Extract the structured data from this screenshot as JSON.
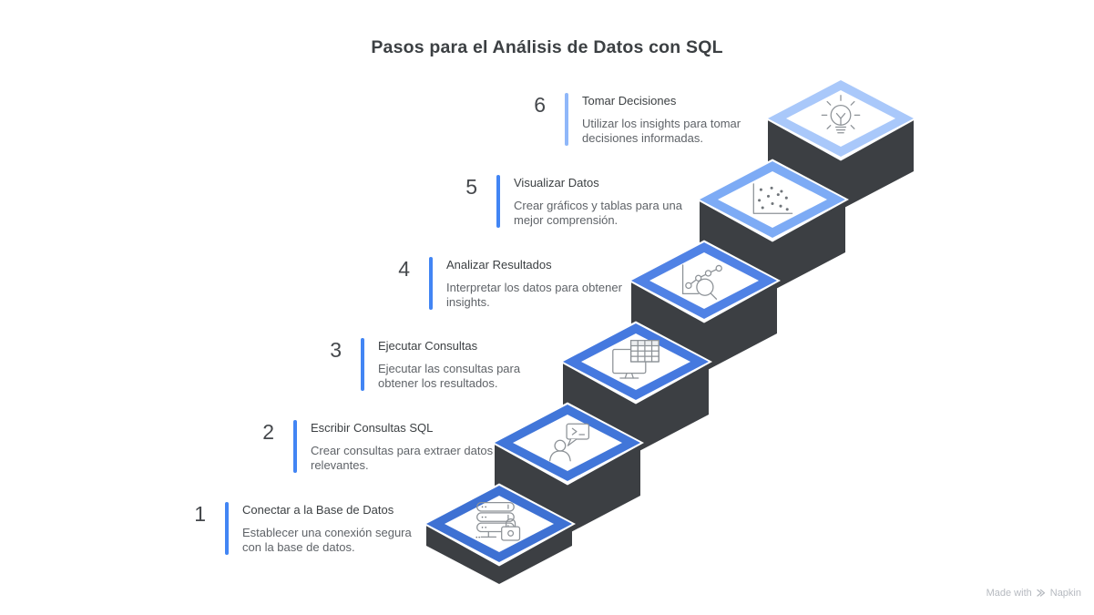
{
  "page": {
    "title": "Pasos para el Análisis de Datos con SQL"
  },
  "colors": {
    "background": "#ffffff",
    "heading_text": "#3c4043",
    "number_text": "#45484c",
    "title_text": "#3c4043",
    "description_text": "#5f6368",
    "step_side": "#3c3f43",
    "step_top": "#ffffff",
    "step_outline": "#ffffff",
    "icon_stroke": "#8d9297",
    "watermark_text": "#b6bac0"
  },
  "steps": [
    {
      "number": "1",
      "title": "Conectar a la Base de Datos",
      "description": [
        "Establecer una conexión segura",
        "con la base de datos."
      ],
      "icon": "database-lock-icon",
      "diamond_color": "#3e71d3",
      "bar_color": "#4285f4"
    },
    {
      "number": "2",
      "title": "Escribir Consultas SQL",
      "description": [
        "Crear consultas para extraer datos",
        "relevantes."
      ],
      "icon": "user-chat-icon",
      "diamond_color": "#4176d9",
      "bar_color": "#4285f4"
    },
    {
      "number": "3",
      "title": "Ejecutar Consultas",
      "description": [
        "Ejecutar las consultas para",
        "obtener los resultados."
      ],
      "icon": "monitor-table-icon",
      "diamond_color": "#4579df",
      "bar_color": "#4285f4"
    },
    {
      "number": "4",
      "title": "Analizar Resultados",
      "description": [
        "Interpretar los datos para obtener",
        "insights."
      ],
      "icon": "chart-magnifier-icon",
      "diamond_color": "#5082e5",
      "bar_color": "#4285f4"
    },
    {
      "number": "5",
      "title": "Visualizar Datos",
      "description": [
        "Crear gráficos y tablas para una",
        "mejor comprensión."
      ],
      "icon": "scatter-plot-icon",
      "diamond_color": "#7dabf5",
      "bar_color": "#4285f4"
    },
    {
      "number": "6",
      "title": "Tomar Decisiones",
      "description": [
        "Utilizar los insights para tomar",
        "decisiones informadas."
      ],
      "icon": "lightbulb-icon",
      "diamond_color": "#a9c8fa",
      "bar_color": "#8fb7f9"
    }
  ],
  "watermark": {
    "prefix": "Made with",
    "brand": "Napkin"
  }
}
